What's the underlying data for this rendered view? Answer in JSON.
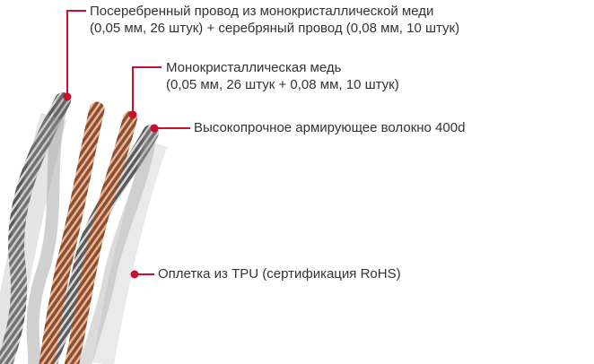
{
  "labels": {
    "silver_plated": {
      "line1": "Посеребренный провод из монокристаллической меди",
      "line2": "(0,05 мм, 26 штук) + серебряный провод (0,08 мм, 10 штук)"
    },
    "copper": {
      "line1": "Монокристаллическая медь",
      "line2": "(0,05 мм, 26 штук + 0,08 мм, 10 штук)"
    },
    "fiber": {
      "line1": "Высокопрочное армирующее волокно 400d"
    },
    "sheath": {
      "line1": "Оплетка из TPU (сертификация RoHS)"
    }
  },
  "colors": {
    "leader": "#c8102e",
    "copper": "#c7845f",
    "silver": "#8a8a8a"
  }
}
